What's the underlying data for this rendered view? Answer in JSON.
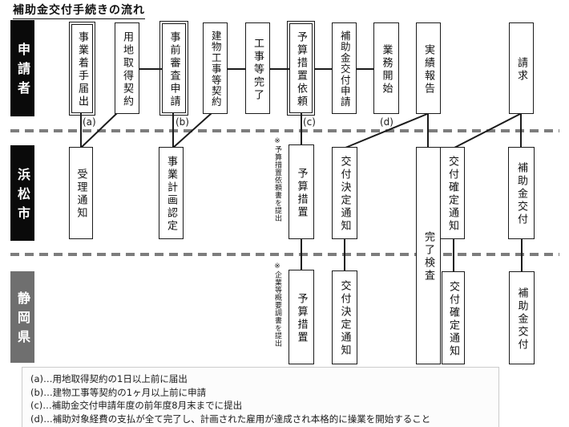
{
  "title": "補助金交付手続きの流れ",
  "lanes": {
    "applicant": {
      "label": "申請者",
      "color": "#0a0a0a"
    },
    "city": {
      "label": "浜松市",
      "color": "#0a0a0a"
    },
    "prefecture": {
      "label": "静岡県",
      "color": "#6f6f6f"
    }
  },
  "steps": {
    "applicant": [
      {
        "label": "事業着手届出",
        "annotation": "(a)"
      },
      {
        "label": "用地取得契約"
      },
      {
        "label": "事前審査申請",
        "annotation": "(b)"
      },
      {
        "label": "建物工事等契約"
      },
      {
        "label": "工事等完了"
      },
      {
        "label": "予算措置依頼",
        "annotation": "(c)"
      },
      {
        "label": "補助金交付申請"
      },
      {
        "label": "業務開始",
        "annotation": "(d)"
      },
      {
        "label": "実績報告"
      },
      {
        "label": "請求"
      }
    ],
    "city": [
      {
        "label": "受理通知"
      },
      {
        "label": "事業計画認定"
      },
      {
        "label": "予算措置",
        "note": "※予算措置依頼書を提出"
      },
      {
        "label": "交付決定通知"
      },
      {
        "label": "完了検査"
      },
      {
        "label": "交付確定通知"
      },
      {
        "label": "補助金交付"
      }
    ],
    "prefecture": [
      {
        "label": "予算措置",
        "note": "※企業等概要調書を提出"
      },
      {
        "label": "交付決定通知"
      },
      {
        "label": "交付確定通知"
      },
      {
        "label": "補助金交付"
      }
    ]
  },
  "footnotes": [
    "(a)…用地取得契約の1日以上前に届出",
    "(b)…建物工事等契約の1ヶ月以上前に申請",
    "(c)…補助金交付申請年度の前年度8月末までに提出",
    "(d)…補助対象経費の支払が全て完了し、計画された雇用が達成され本格的に操業を開始すること"
  ],
  "appearance": {
    "line_color": "#1b1b1b",
    "separator_color": "#7d7d7d",
    "box_background": "#ffffff",
    "footnote_border": "#cccccc"
  }
}
